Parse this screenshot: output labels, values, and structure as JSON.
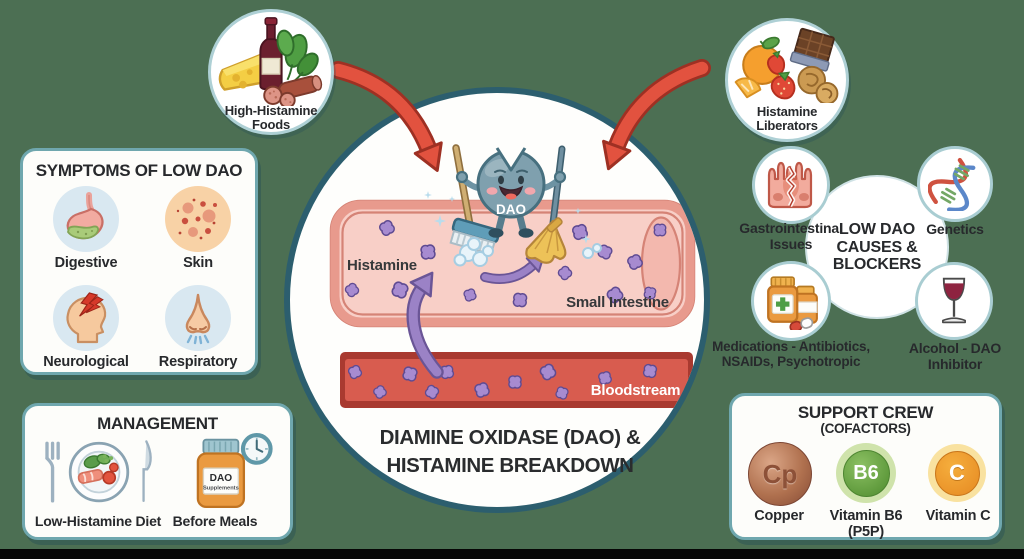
{
  "palette": {
    "background_green": "#4c6f53",
    "panel_border_teal": "#6fa7ae",
    "central_ring_teal": "#2c5e6e",
    "arrow_red": "#e2523f",
    "histamine_purple": "#a78bd0",
    "intestine_pink": "#f2b3aa",
    "blood_red": "#d85c4f",
    "copper": "#a9694c",
    "b6_green": "#6cae4a",
    "vitc_orange": "#f0a03a"
  },
  "foods_bubble": {
    "label": "High-Histamine Foods",
    "icon": "high-histamine-foods-icon"
  },
  "liberators_bubble": {
    "label": "Histamine Liberators",
    "icon": "histamine-liberators-icon"
  },
  "symptoms_panel": {
    "title": "SYMPTOMS OF LOW DAO",
    "items": [
      {
        "label": "Digestive",
        "icon": "stomach-icon"
      },
      {
        "label": "Skin",
        "icon": "skin-rash-icon"
      },
      {
        "label": "Neurological",
        "icon": "head-pain-icon"
      },
      {
        "label": "Respiratory",
        "icon": "nose-icon"
      }
    ]
  },
  "management_panel": {
    "title": "MANAGEMENT",
    "items": [
      {
        "label": "Low-Histamine Diet",
        "icon": "meal-plate-icon"
      },
      {
        "label": "Before Meals",
        "icon": "supplement-bottle-clock-icon"
      }
    ],
    "bottle_label": {
      "line1": "DAO",
      "line2": "Supplements"
    }
  },
  "central_scene": {
    "character_label": "DAO",
    "histamine_label": "Histamine",
    "small_intestine_label": "Small Intestine",
    "bloodstream_label": "Bloodstream",
    "title": "DIAMINE OXIDASE (DAO) & HISTAMINE BREAKDOWN"
  },
  "causes_cluster": {
    "center_label": "LOW DAO CAUSES & BLOCKERS",
    "items": [
      {
        "label": "Gastrointestinal Issues",
        "icon": "damaged-intestine-icon"
      },
      {
        "label": "Genetics",
        "icon": "dna-icon"
      },
      {
        "label": "Medications - Antibiotics, NSAIDs, Psychotropic",
        "icon": "medication-bottles-icon"
      },
      {
        "label": "Alcohol - DAO Inhibitor",
        "icon": "wine-glass-icon"
      }
    ]
  },
  "support_panel": {
    "title": "SUPPORT CREW",
    "subtitle": "(COFACTORS)",
    "items": [
      {
        "coin_text": "Cp",
        "label": "Copper"
      },
      {
        "coin_text": "B6",
        "label": "Vitamin B6 (P5P)"
      },
      {
        "coin_text": "C",
        "label": "Vitamin C"
      }
    ]
  }
}
